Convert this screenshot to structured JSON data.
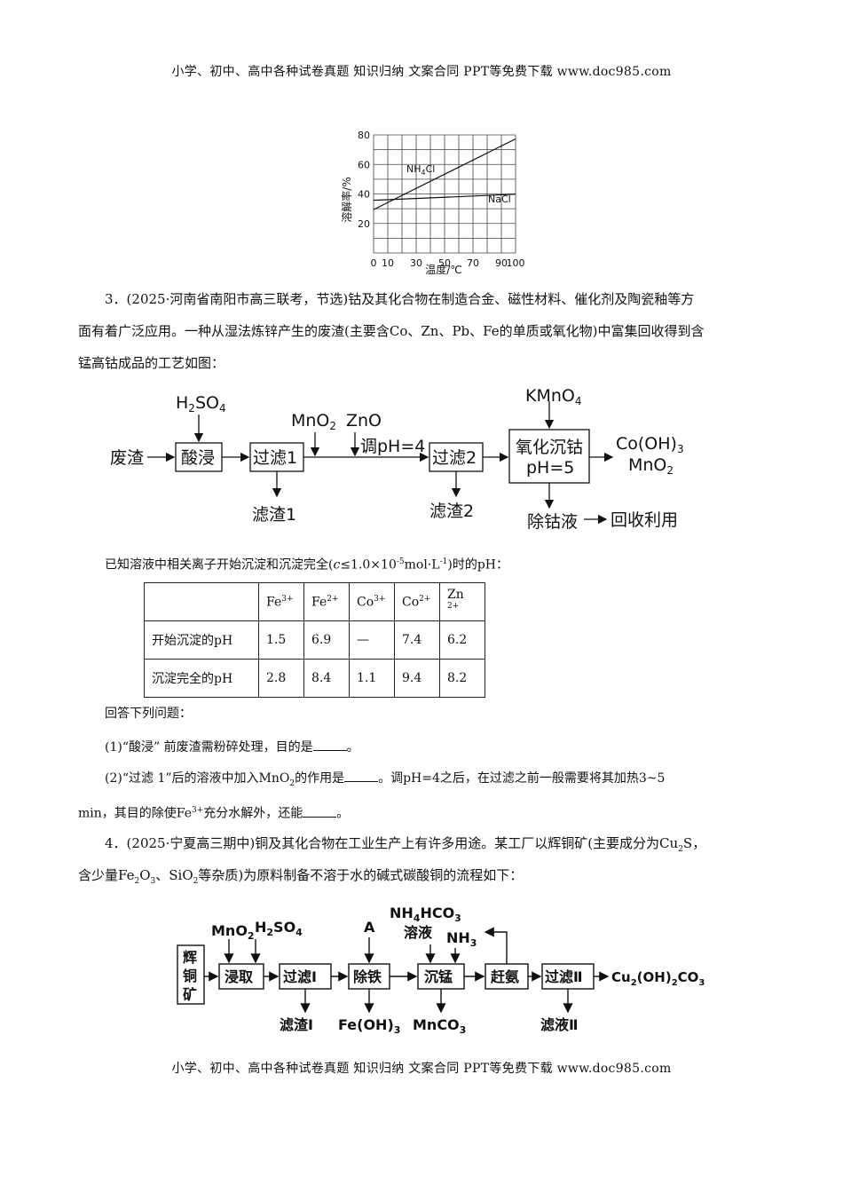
{
  "header": "小学、初中、高中各种试卷真题  知识归纳  文案合同  PPT等免费下载      www.doc985.com",
  "footer": "小学、初中、高中各种试卷真题  知识归纳  文案合同  PPT等免费下载      www.doc985.com",
  "chart_data": {
    "type": "line",
    "ylabel": "溶解率/%",
    "xlabel": "温度/℃",
    "x_ticks": [
      "0",
      "10",
      "30",
      "50",
      "70",
      "90",
      "100"
    ],
    "y_ticks": [
      "20",
      "40",
      "60",
      "80"
    ],
    "xlim": [
      0,
      100
    ],
    "ylim": [
      0,
      80
    ],
    "grid": true,
    "series": [
      {
        "name": "NH4Cl",
        "label_main": "NH",
        "label_sub": "4",
        "label_tail": "Cl",
        "x": [
          0,
          100
        ],
        "y": [
          29.4,
          77.3
        ]
      },
      {
        "name": "NaCl",
        "label_main": "NaCl",
        "label_sub": "",
        "label_tail": "",
        "x": [
          0,
          100
        ],
        "y": [
          35.7,
          39.8
        ]
      }
    ]
  },
  "q3": {
    "line1": "3．(2025·河南省南阳市高三联考，节选)钴及其化合物在制造合金、磁性材料、催化剂及陶瓷釉等方",
    "line2": "面有着广泛应用。一种从湿法炼锌产生的废渣(主要含Co、Zn、Pb、Fe的单质或氧化物)中富集回收得到含",
    "line3": "锰高钴成品的工艺如图：",
    "flow": {
      "feed": "废渣",
      "h2so4_main": "H",
      "h2so4_sub1": "2",
      "h2so4_mid": "SO",
      "h2so4_sub2": "4",
      "acid_leach": "酸浸",
      "filter1": "过滤1",
      "mno2_main": "MnO",
      "mno2_sub": "2",
      "zno": "ZnO",
      "adjust_ph": "调pH=4",
      "filter2": "过滤2",
      "kmno4_main": "KMnO",
      "kmno4_sub": "4",
      "oxidize_line1": "氧化沉钴",
      "oxidize_line2": "pH=5",
      "product1": "Co(OH)",
      "product1_sub": "3",
      "product2": "MnO",
      "product2_sub": "2",
      "residue1": "滤渣1",
      "residue2": "滤渣2",
      "decobalt": "除钴液",
      "recycle": "回收利用"
    },
    "known_pre": "已知溶液中相关离子开始沉淀和沉淀完全(",
    "known_c": "c",
    "known_mid": "≤1.0×10",
    "known_exp": "-5",
    "known_unit": "mol·L",
    "known_unit_exp": "-1",
    "known_post": ")时的pH：",
    "table": {
      "headers": [
        {
          "base": "Fe",
          "sup": "3+"
        },
        {
          "base": "Fe",
          "sup": "2+"
        },
        {
          "base": "Co",
          "sup": "3+"
        },
        {
          "base": "Co",
          "sup": "2+"
        },
        {
          "base": "Zn ",
          "sup": "2+"
        }
      ],
      "rows": [
        {
          "label": "开始沉淀的pH",
          "cells": [
            "1.5",
            "6.9",
            "—",
            "7.4",
            "6.2"
          ]
        },
        {
          "label": "沉淀完全的pH",
          "cells": [
            "2.8",
            "8.4",
            "1.1",
            "9.4",
            "8.2"
          ]
        }
      ]
    },
    "answer_prompt": "回答下列问题：",
    "sub1_pre": "(1)“酸浸” 前废渣需粉碎处理，目的是",
    "sub1_post": "。",
    "sub2_a": "(2)“过滤 1”后的溶液中加入MnO",
    "sub2_a_sub": "2",
    "sub2_b": "的作用是",
    "sub2_c": "。调pH=4之后，在过滤之前一般需要将其加热3~5",
    "sub2_d": "min，其目的除使Fe",
    "sub2_d_sup": "3+",
    "sub2_e": "充分水解外，还能",
    "sub2_f": "。"
  },
  "q4": {
    "line1": "4．(2025·宁夏高三期中)铜及其化合物在工业生产上有许多用途。某工厂以辉铜矿(主要成分为Cu",
    "line1_sub": "2",
    "line1_tail": "S，",
    "line2_a": "含少量Fe",
    "line2_sub1": "2",
    "line2_b": "O",
    "line2_sub2": "3",
    "line2_c": "、SiO",
    "line2_sub3": "2",
    "line2_d": "等杂质)为原料制备不溶于水的碱式碳酸铜的流程如下：",
    "flow": {
      "ore1": "辉",
      "ore2": "铜",
      "ore3": "矿",
      "mno2_main": "MnO",
      "mno2_sub": "2",
      "h2so4_main": "H",
      "h2so4_sub1": "2",
      "h2so4_mid": "SO",
      "h2so4_sub2": "4",
      "leach": "浸取",
      "filter1": "过滤Ⅰ",
      "remove_fe": "除铁",
      "reagent_a": "A",
      "nh4hco3_a": "NH",
      "nh4hco3_sub": "4",
      "nh4hco3_b": "HCO",
      "nh4hco3_sub2": "3",
      "solution": "溶液",
      "nh3_main": "NH",
      "nh3_sub": "3",
      "precip_mn": "沉锰",
      "drive_nh3": "赶氨",
      "filter2": "过滤Ⅱ",
      "product_a": "Cu",
      "product_sub1": "2",
      "product_b": "(OH)",
      "product_sub2": "2",
      "product_c": "CO",
      "product_sub3": "3",
      "residue1": "滤渣Ⅰ",
      "feoh3_a": "Fe(OH)",
      "feoh3_sub": "3",
      "mnco3_a": "MnCO",
      "mnco3_sub": "3",
      "filtrate2": "滤液Ⅱ"
    }
  }
}
